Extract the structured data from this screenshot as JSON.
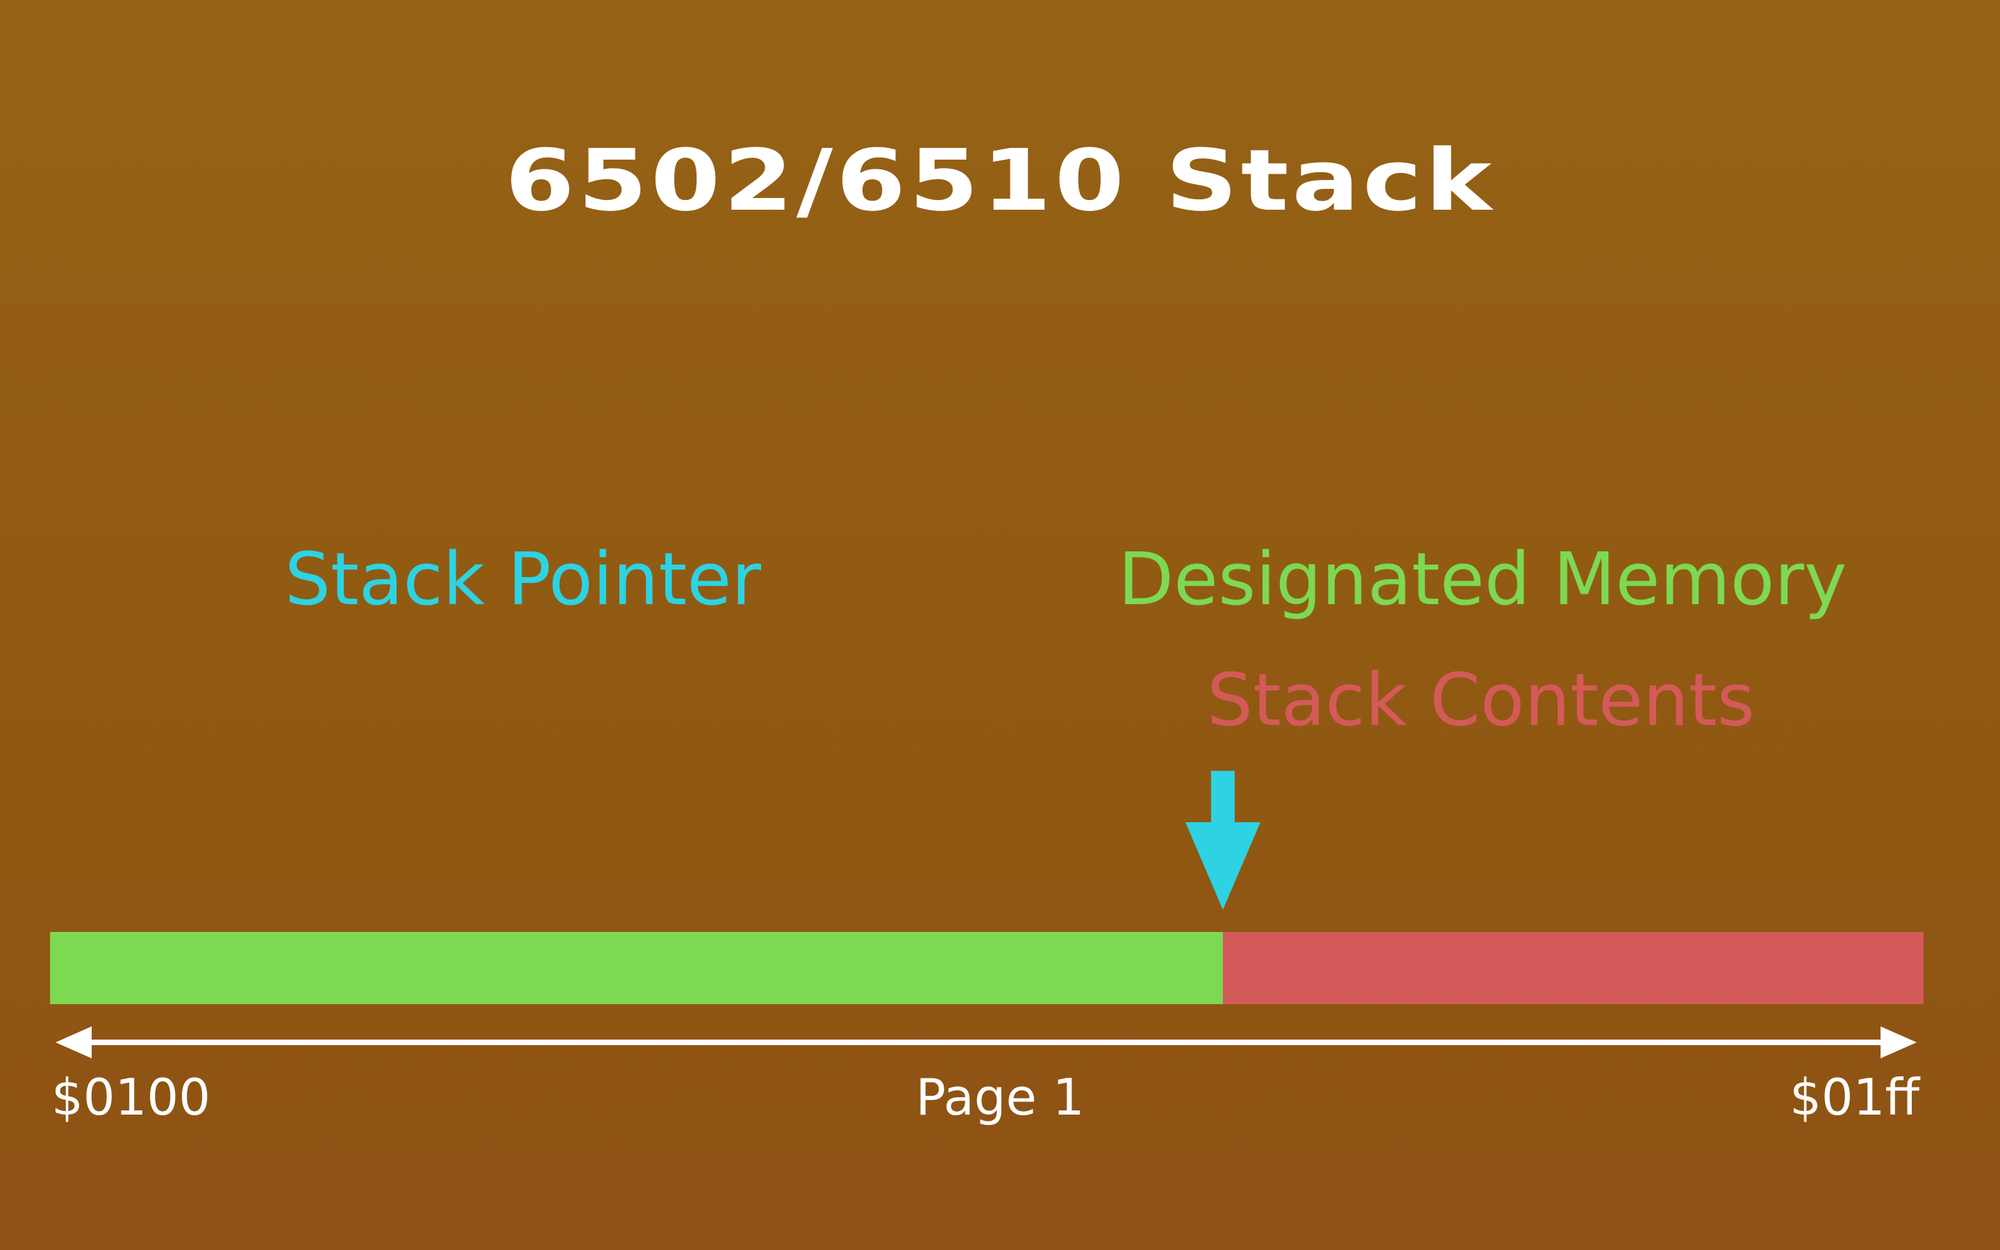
{
  "title": "6502/6510 Stack",
  "labels": {
    "stack_pointer": "Stack Pointer",
    "designated_memory": "Designated Memory",
    "stack_contents": "Stack Contents"
  },
  "axis": {
    "start": "$0100",
    "middle": "Page 1",
    "end": "$01ff"
  },
  "stack_pointer_fraction": 0.626,
  "colors": {
    "stack_pointer": "#2dd3e3",
    "designated_memory": "#7dd952",
    "stack_contents": "#d45a59",
    "axis": "#ffffff"
  },
  "icons": {
    "pointer_arrow": "arrow-down-icon",
    "axis_arrows": "double-headed-arrow-icon"
  }
}
